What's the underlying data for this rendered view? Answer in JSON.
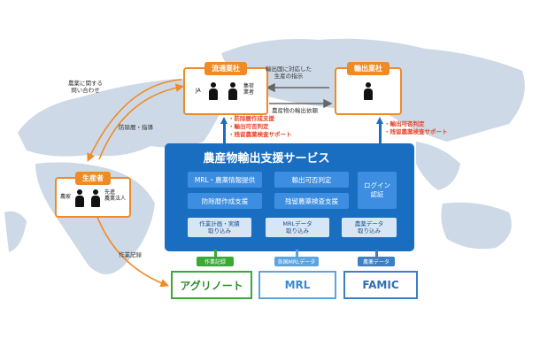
{
  "distributor": {
    "title": "流通業社",
    "ja": "JA",
    "group": "集荷\n業者"
  },
  "exporter": {
    "title": "輸出業社"
  },
  "producer": {
    "title": "生産者",
    "farmer": "農家",
    "corp": "先進\n農業法人"
  },
  "flows": {
    "inquiry": "農薬に関する\n問い合わせ",
    "guidance": "防除暦・指導",
    "record": "作業記録",
    "country_instruction": "輸出国に対応した\n生産の指示",
    "export_request": "農産物の輸出依頼"
  },
  "distributor_benefits": [
    "・防除暦作成支援",
    "・輸出可否判定",
    "・残留農薬検査サポート"
  ],
  "exporter_benefits": [
    "・輸出可否判定",
    "・残留農薬検査サポート"
  ],
  "service": {
    "title": "農産物輸出支援サービス",
    "features": {
      "mrl_info": "MRL・農薬情報提供",
      "export_judgement": "輸出可否判定",
      "spray_calendar": "防除暦作成支援",
      "residue_support": "残留農薬検査支援",
      "login": "ログイン\n認証"
    },
    "imports": {
      "work_plan": "作業計画・実績\n取り込み",
      "mrl_data": "MRLデータ\n取り込み",
      "pesticide_data": "農薬データ\n取り込み"
    }
  },
  "sources": {
    "agrinote": {
      "name": "アグリノート",
      "tag": "作業記録",
      "color": "#3aa935"
    },
    "mrl": {
      "name": "MRL",
      "tag": "各国MRLデータ",
      "color": "#5ba4de"
    },
    "famic": {
      "name": "FAMIC",
      "tag": "農薬データ",
      "color": "#3c7fc4"
    }
  },
  "colors": {
    "accent_orange": "#f08a24",
    "service_blue": "#1a6ec2",
    "alert_red": "#e8452c",
    "map_gray": "#c9d6e3"
  }
}
